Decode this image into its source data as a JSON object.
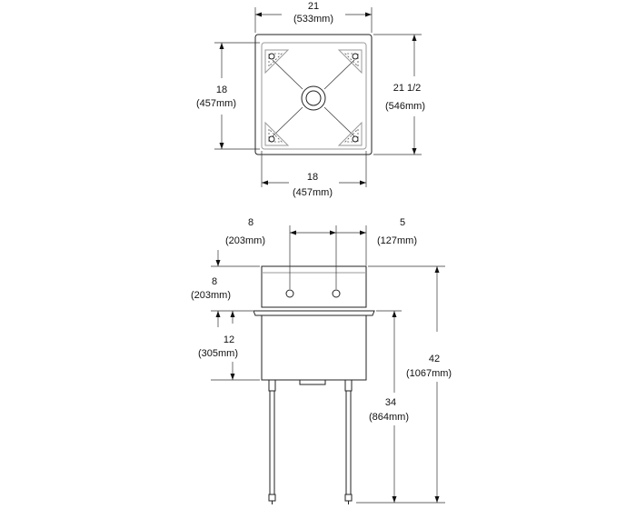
{
  "top_view": {
    "overall_width": {
      "value": "21",
      "metric": "(533mm)"
    },
    "inner_width": {
      "value": "18",
      "metric": "(457mm)"
    },
    "inner_depth": {
      "value": "18",
      "metric": "(457mm)"
    },
    "overall_depth": {
      "value": "21 1/2",
      "metric": "(546mm)"
    }
  },
  "front_view": {
    "faucet_spacing": {
      "value": "8",
      "metric": "(203mm)"
    },
    "faucet_offset": {
      "value": "5",
      "metric": "(127mm)"
    },
    "backsplash_height": {
      "value": "8",
      "metric": "(203mm)"
    },
    "bowl_depth": {
      "value": "12",
      "metric": "(305mm)"
    },
    "rim_height": {
      "value": "34",
      "metric": "(864mm)"
    },
    "overall_height": {
      "value": "42",
      "metric": "(1067mm)"
    }
  },
  "colors": {
    "line": "#222222",
    "detail": "#9a9a9a",
    "background": "#ffffff"
  }
}
